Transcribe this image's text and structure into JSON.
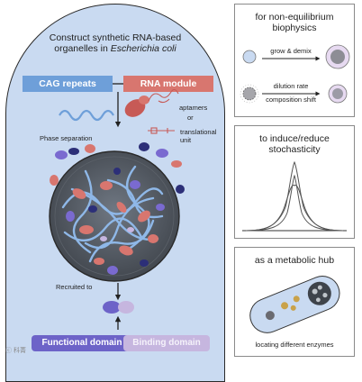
{
  "cell": {
    "title_line1": "Construct synthetic RNA-based",
    "title_line2_prefix": "organelles in ",
    "title_line2_italic": "Escherichia coli"
  },
  "modules": {
    "cag": "CAG repeats",
    "rna": "RNA module"
  },
  "labels": {
    "phase_separation": "Phase separation",
    "aptamers": "aptamers",
    "or": "or",
    "translational_unit": "translational unit",
    "recruited_to": "Recruited to"
  },
  "domains": {
    "functional": "Functional domain",
    "binding": "Binding domain"
  },
  "panels": {
    "biophysics": {
      "title": "for non-equilibrium biophysics",
      "grow_demix": "grow & demix",
      "dilution_rate": "dilution rate",
      "composition_shift": "composition shift"
    },
    "stochasticity": {
      "title": "to induce/reduce stochasticity"
    },
    "metabolic": {
      "title": "as a metabolic hub",
      "caption": "locating different enzymes"
    }
  },
  "watermark": "ⓒ 科菁",
  "colors": {
    "cell_fill": "#c9daf1",
    "cag_blue": "#6e9fd9",
    "rna_red": "#d8766f",
    "functional_purple": "#6d63c8",
    "binding_lilac": "#c6b6df"
  }
}
